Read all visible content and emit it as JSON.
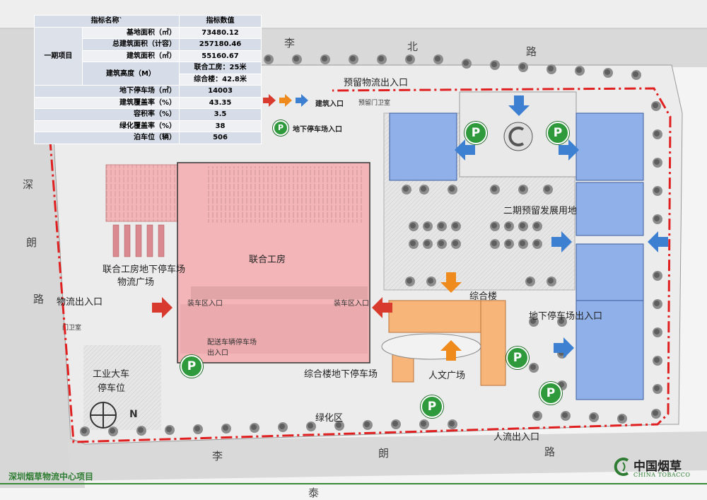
{
  "metrics_table": {
    "header": [
      "指标名称`",
      "指标数值"
    ],
    "rows": [
      {
        "name": "基地面积（㎡）",
        "value": "73480.12"
      },
      {
        "name": "总建筑面积（计容）",
        "value": "257180.46"
      },
      {
        "name": "建筑面积（㎡）",
        "value": "55160.67"
      },
      {
        "name": "建筑高度（M）",
        "value": "联合工房：25米"
      },
      {
        "name": "",
        "value": "综合楼：42.8米"
      },
      {
        "name": "地下停车场（㎡）",
        "value": "14003"
      },
      {
        "name": "建筑覆盖率（%）",
        "value": "43.35"
      },
      {
        "name": "容积率（%）",
        "value": "3.5"
      },
      {
        "name": "绿化覆盖率（%）",
        "value": "38"
      },
      {
        "name": "泊车位（辆）",
        "value": "506"
      }
    ],
    "group_label": "一期项目"
  },
  "legend": {
    "building_entrance": "建筑入口",
    "parking_entrance": "地下停车场入口",
    "parking_symbol": "P"
  },
  "roads": {
    "north": [
      "李",
      "北",
      "路"
    ],
    "west": [
      "深",
      "朗",
      "路"
    ],
    "south": [
      "李",
      "朗",
      "路"
    ],
    "bottom_edge": "泰"
  },
  "labels": {
    "reserved_logistics_entrance": "预留物流出入口",
    "reserved_gate": "预留门卫室",
    "phase2_land": "二期预留发展用地",
    "joint_workshop": "联合工房",
    "workshop_parking": "联合工房地下停车场",
    "logistics_square": "物流广场",
    "logistics_entrance": "物流出入口",
    "loading_entrance_left": "装车区入口",
    "loading_entrance_right": "装车区入口",
    "gate_house": "门卫室",
    "delivery_parking_exit": "配送车辆停车场出入口",
    "composite_building": "综合楼",
    "composite_parking": "综合楼地下停车场",
    "humanity_square": "人文广场",
    "underground_parking_entrance": "地下停车场出入口",
    "industrial_truck_parking_1": "工业大车",
    "industrial_truck_parking_2": "停车位",
    "green_area": "绿化区",
    "pedestrian_entrance": "人流出入口",
    "north_arrow": "N"
  },
  "footer": {
    "project_title": "深圳烟草物流中心项目",
    "brand_cn": "中国烟草",
    "brand_en": "CHINA TOBACCO"
  },
  "colors": {
    "boundary": "#e02020",
    "workshop": "#f3b5b8",
    "composite": "#f7b57a",
    "phase2": "#8fb0e8",
    "arrow_red": "#d83a2e",
    "arrow_orange": "#ef8a1c",
    "arrow_blue": "#3d7fd1",
    "parking_green": "#2f9a3c"
  }
}
